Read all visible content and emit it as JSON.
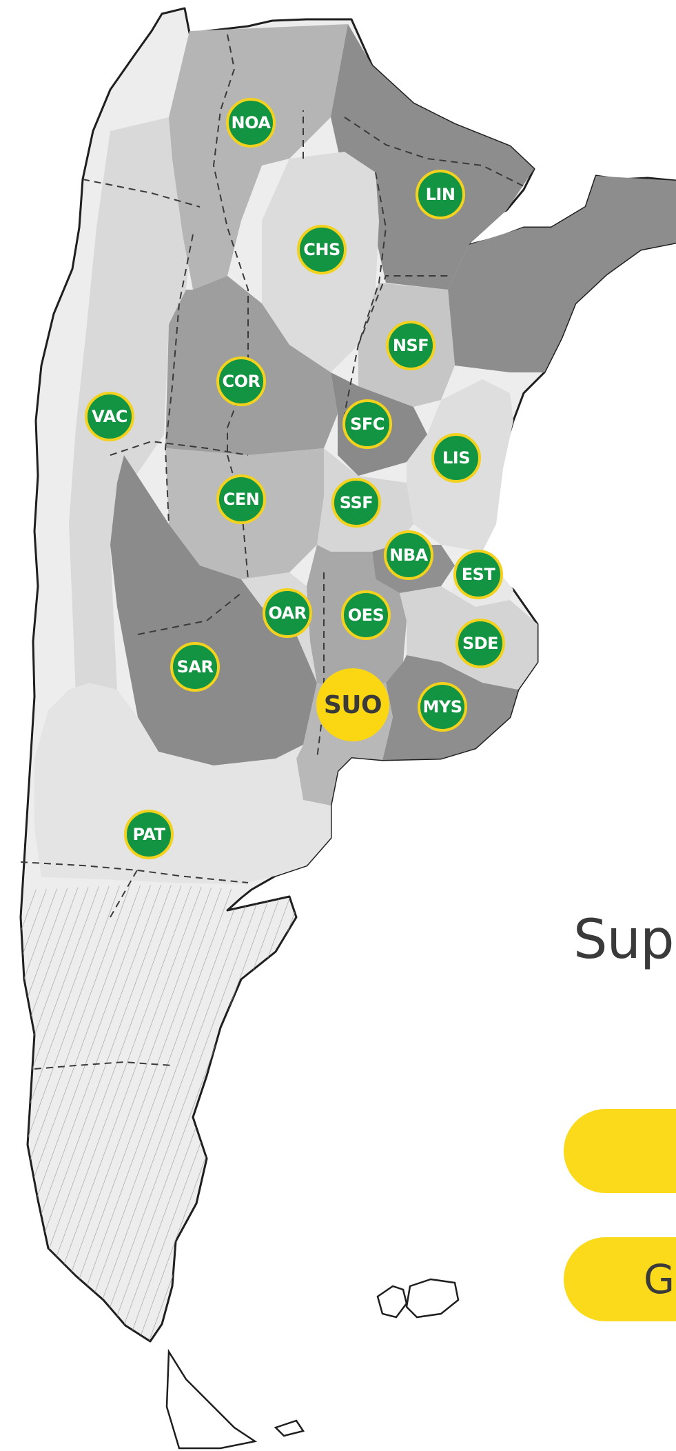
{
  "colors": {
    "zone_marker_fill": "#129443",
    "zone_marker_ring": "#f2d21e",
    "active_marker_fill": "#fbd613",
    "text_dark": "#3a3a3a",
    "pill_fill": "#fbd91b",
    "region_dark": "#8c8c8c",
    "region_mid": "#a9a9a9",
    "region_light": "#c8c8c8",
    "region_lighter": "#dcdcdc"
  },
  "map": {
    "markers": [
      {
        "code": "NOA",
        "state": "zone"
      },
      {
        "code": "LIN",
        "state": "zone"
      },
      {
        "code": "CHS",
        "state": "zone"
      },
      {
        "code": "NSF",
        "state": "zone"
      },
      {
        "code": "COR",
        "state": "zone"
      },
      {
        "code": "VAC",
        "state": "zone"
      },
      {
        "code": "SFC",
        "state": "zone"
      },
      {
        "code": "LIS",
        "state": "zone"
      },
      {
        "code": "CEN",
        "state": "zone"
      },
      {
        "code": "SSF",
        "state": "zone"
      },
      {
        "code": "NBA",
        "state": "zone"
      },
      {
        "code": "EST",
        "state": "zone"
      },
      {
        "code": "OAR",
        "state": "zone"
      },
      {
        "code": "OES",
        "state": "zone"
      },
      {
        "code": "SDE",
        "state": "zone"
      },
      {
        "code": "SAR",
        "state": "zone"
      },
      {
        "code": "SUO",
        "state": "active"
      },
      {
        "code": "MYS",
        "state": "zone"
      },
      {
        "code": "PAT",
        "state": "zone"
      }
    ]
  },
  "side_panel": {
    "title": "Sup",
    "buttons": [
      {
        "label": ""
      },
      {
        "label": "G"
      }
    ]
  }
}
